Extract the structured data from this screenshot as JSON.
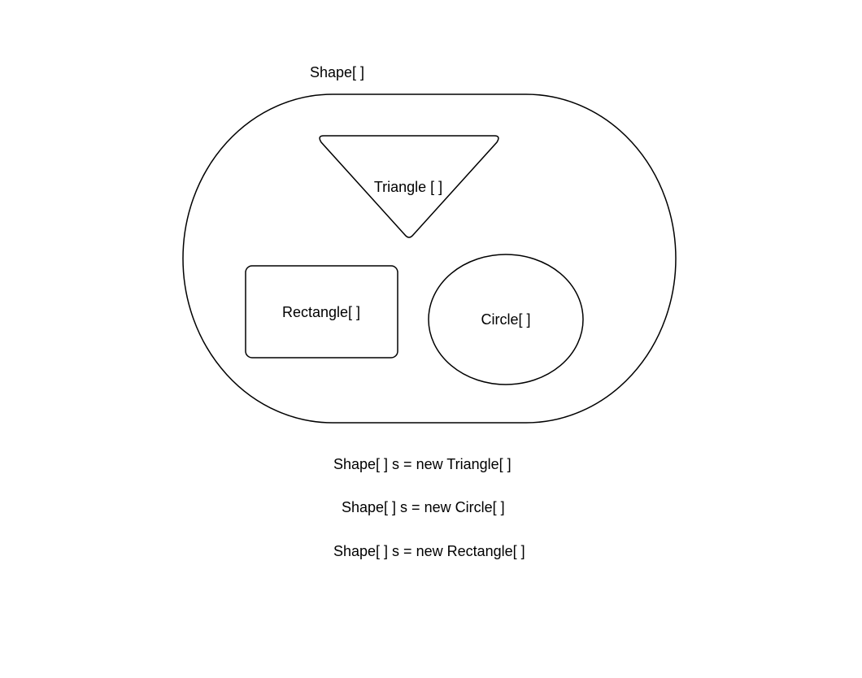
{
  "diagram": {
    "container_label": "Shape[ ]",
    "triangle_label": "Triangle [ ]",
    "rectangle_label": "Rectangle[ ]",
    "circle_label": "Circle[ ]"
  },
  "code_lines": [
    "Shape[ ] s = new Triangle[ ]",
    "Shape[ ] s = new Circle[ ]",
    "Shape[ ] s = new Rectangle[ ]"
  ],
  "colors": {
    "stroke": "#000000",
    "text": "#000000",
    "background": "#ffffff"
  }
}
